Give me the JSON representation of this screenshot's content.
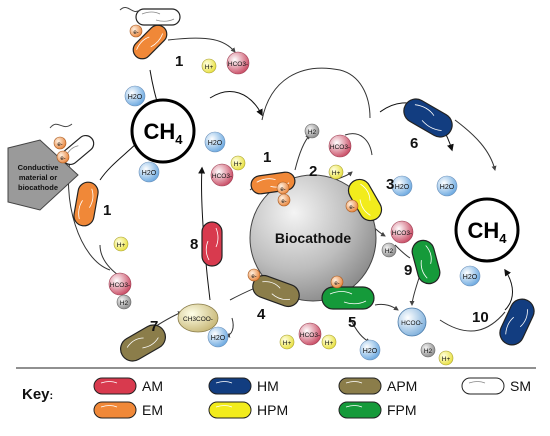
{
  "diagram": {
    "methane_label": "CH4",
    "biocathode_label": "Biocathode",
    "conductive_label_line1": "Conductive",
    "conductive_label_line2": "material or",
    "conductive_label_line3": "biocathode",
    "step_numbers": [
      "1",
      "1",
      "1",
      "2",
      "3",
      "4",
      "5",
      "6",
      "7",
      "8",
      "9",
      "10"
    ],
    "species": {
      "h2o": "H2O",
      "h2": "H2",
      "hplus": "H+",
      "hco3": "HCO3-",
      "electron": "e-",
      "acetate": "CH3COO-",
      "formate": "HCOO-"
    }
  },
  "key": {
    "title": "Key",
    "items": [
      {
        "code": "AM",
        "color": "#d83a4e"
      },
      {
        "code": "EM",
        "color": "#f08838"
      },
      {
        "code": "HM",
        "color": "#123d80"
      },
      {
        "code": "HPM",
        "color": "#f2ec1c"
      },
      {
        "code": "APM",
        "color": "#8b7d4a"
      },
      {
        "code": "FPM",
        "color": "#159a3a"
      },
      {
        "code": "SM",
        "color": "#ffffff"
      }
    ]
  }
}
